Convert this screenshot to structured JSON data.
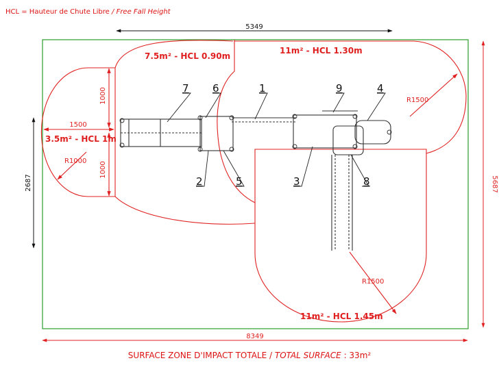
{
  "header": {
    "abbrev": "HCL = Hauteur de Chute Libre",
    "translation": "/ Free Fall Height"
  },
  "dimensions": {
    "top": "5349",
    "bottom": "8349",
    "left": "2687",
    "right": "5687",
    "bar_width": "1500",
    "bar_height_top": "1000",
    "bar_height_bottom": "1000"
  },
  "radii": {
    "left": "R1000",
    "top_right": "R1500",
    "bottom": "R1500"
  },
  "zones": {
    "left": "3.5m² - HCL 1m",
    "top_left": "7.5m² - HCL 0.90m",
    "top_right": "11m² - HCL 1.30m",
    "bottom": "11m² - HCL 1.45m"
  },
  "labels": [
    "1",
    "2",
    "3",
    "4",
    "5",
    "6",
    "7",
    "8",
    "9"
  ],
  "footer": {
    "main": "SURFACE ZONE D'IMPACT TOTALE /",
    "italic": "TOTAL SURFACE",
    "value": ": 33m²"
  },
  "colors": {
    "impact_zone": "#e02020",
    "boundary": "#2a9d2a",
    "equipment": "#303030"
  }
}
